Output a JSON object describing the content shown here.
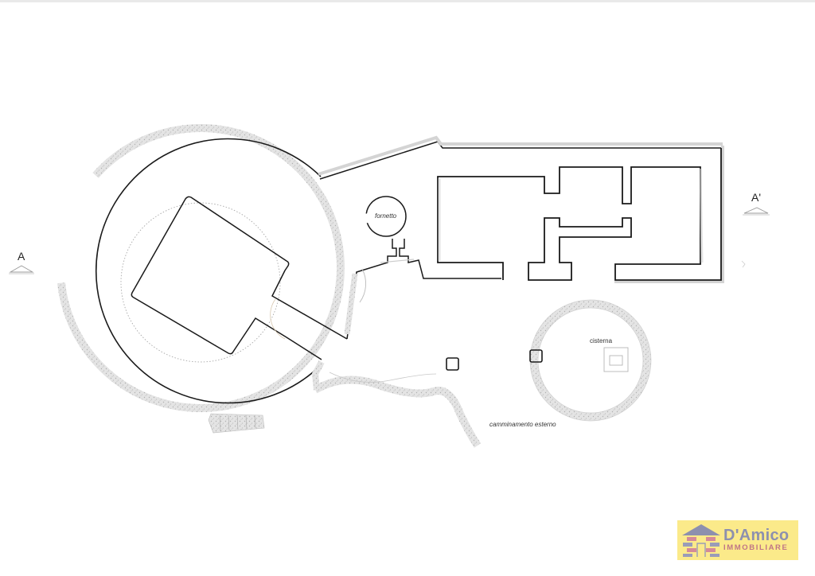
{
  "drawing": {
    "type": "architectural floor plan",
    "colors": {
      "wall": "#1a1a1a",
      "stone_band": "#d2d2d2",
      "dotted_line": "#a8a8a8",
      "background": "#ffffff"
    }
  },
  "section_markers": [
    {
      "id": "A",
      "label": "A"
    },
    {
      "id": "A-prime",
      "label": "A'"
    }
  ],
  "rooms": [
    {
      "id": "fornetto",
      "label": "fornetto"
    },
    {
      "id": "cisterna",
      "label": "cisterna"
    },
    {
      "id": "camminamento",
      "label": "camminamento esterno"
    }
  ],
  "logo": {
    "brand": "D'Amico",
    "subtitle": "IMMOBILIARE",
    "colors": {
      "background": "#fbea8a",
      "roof": "#8d90ae",
      "brick_pink": "#d48a98",
      "brick_blue": "#9a9cb8",
      "text_brand": "#8d90ae",
      "text_sub": "#c07686"
    }
  }
}
